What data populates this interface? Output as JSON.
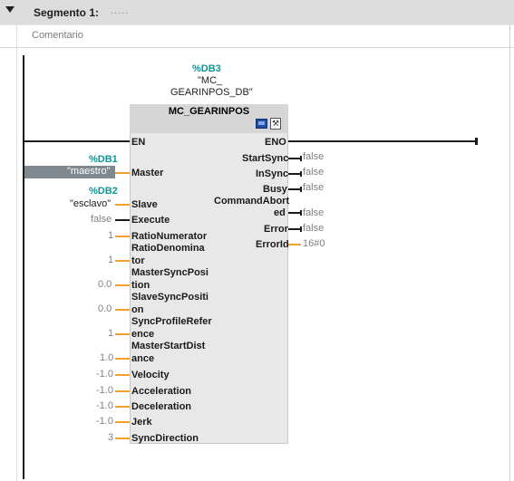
{
  "segment": {
    "title": "Segmento 1:",
    "dots": ".....",
    "comment": "Comentario"
  },
  "instance": {
    "tag": "%DB3",
    "name_line1": "\"MC_",
    "name_line2": "GEARINPOS_DB\""
  },
  "block": {
    "title": "MC_GEARINPOS",
    "en": "EN",
    "eno": "ENO"
  },
  "inputs": {
    "master": {
      "label": "Master",
      "tag": "%DB1",
      "var": "\"maestro\""
    },
    "slave": {
      "label": "Slave",
      "tag": "%DB2",
      "var": "\"esclavo\""
    },
    "execute": {
      "label": "Execute",
      "val": "false"
    },
    "ratio_num": {
      "label": "RatioNumerator",
      "val": "1"
    },
    "ratio_den": {
      "label1": "RatioDenomina",
      "label2": "tor",
      "val": "1"
    },
    "master_sync": {
      "label1": "MasterSyncPosi",
      "label2": "tion",
      "val": "0.0"
    },
    "slave_sync": {
      "label1": "SlaveSyncPositi",
      "label2": "on",
      "val": "0.0"
    },
    "sync_profile": {
      "label1": "SyncProfileRefer",
      "label2": "ence",
      "val": "1"
    },
    "master_start": {
      "label1": "MasterStartDist",
      "label2": "ance",
      "val": "1.0"
    },
    "velocity": {
      "label": "Velocity",
      "val": "-1.0"
    },
    "acceleration": {
      "label": "Acceleration",
      "val": "-1.0"
    },
    "deceleration": {
      "label": "Deceleration",
      "val": "-1.0"
    },
    "jerk": {
      "label": "Jerk",
      "val": "-1.0"
    },
    "sync_direction": {
      "label": "SyncDirection",
      "val": "3"
    }
  },
  "outputs": {
    "start_sync": {
      "label": "StartSync",
      "val": "false"
    },
    "in_sync": {
      "label": "InSync",
      "val": "false"
    },
    "busy": {
      "label": "Busy",
      "val": "false"
    },
    "command_aborted": {
      "label1": "CommandAbort",
      "label2": "ed",
      "val": "false"
    },
    "error": {
      "label": "Error",
      "val": "false"
    },
    "error_id": {
      "label": "ErrorId",
      "val": "16#0"
    }
  },
  "colors": {
    "db_tag": "#0e9595",
    "wire": "#f0a030",
    "header_bg": "#dcdcdc"
  }
}
